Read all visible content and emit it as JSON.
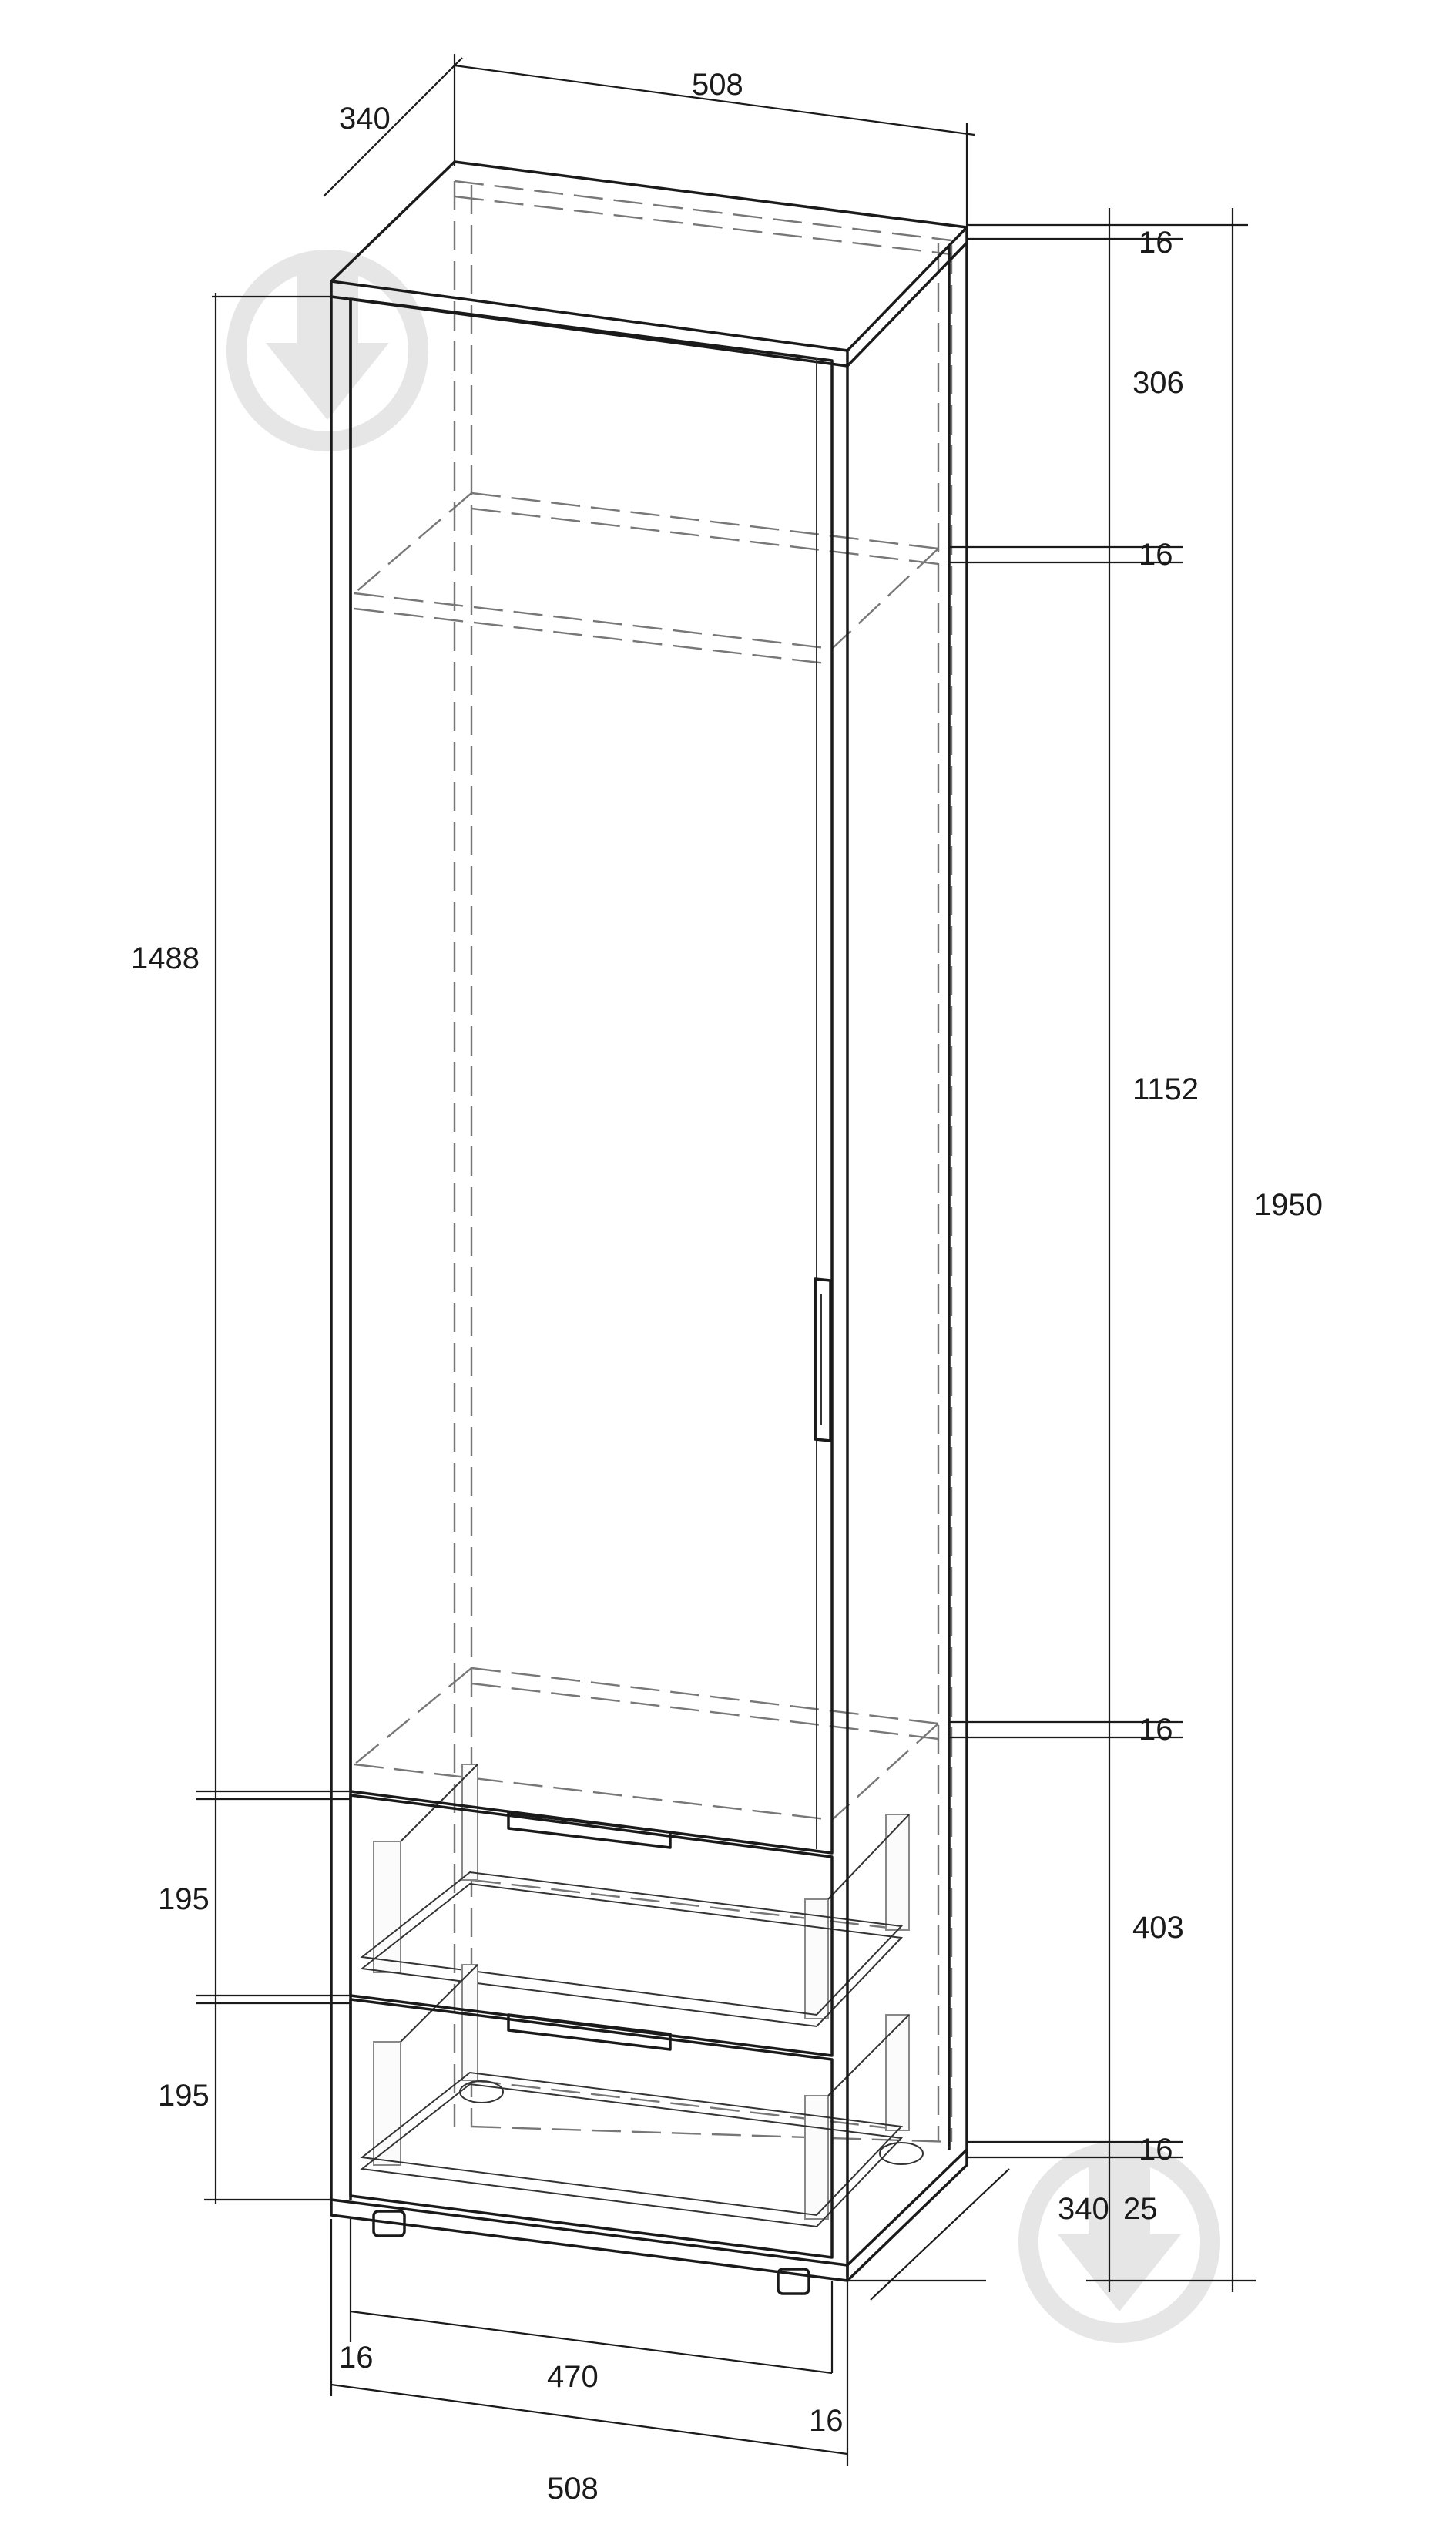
{
  "dimensions": {
    "top_width": "508",
    "top_depth": "340",
    "top_panel_thickness": "16",
    "upper_compartment": "306",
    "shelf_upper_thickness": "16",
    "door_height": "1488",
    "middle_compartment": "1152",
    "total_height": "1950",
    "shelf_lower_thickness": "16",
    "drawer_upper": "195",
    "drawer_lower": "195",
    "drawers_block": "403",
    "bottom_panel_thickness": "16",
    "bottom_depth": "340",
    "plinth_height": "25",
    "side_left_thickness": "16",
    "inner_width": "470",
    "side_right_thickness": "16",
    "bottom_width": "508"
  },
  "colors": {
    "line": "#1a1a1a",
    "hidden_line": "#777777",
    "watermark": "#e6e6e6"
  },
  "icons": {
    "watermark_top": "download-drop-icon",
    "watermark_bottom": "download-drop-icon"
  }
}
